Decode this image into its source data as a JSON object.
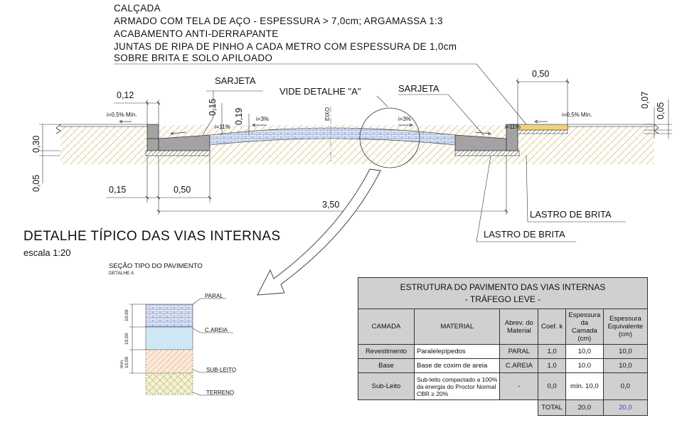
{
  "notes": [
    "CALÇADA",
    "ARMADO COM TELA DE AÇO - ESPESSURA > 7,0cm; ARGAMASSA 1:3",
    "ACABAMENTO ANTI-DERRAPANTE",
    "JUNTAS DE RIPA DE PINHO A CADA METRO COM ESPESSURA DE 1,0cm",
    "SOBRE BRITA E SOLO APILOADO"
  ],
  "section": {
    "sarjeta_left": "SARJETA",
    "sarjeta_right": "SARJETA",
    "vide_detalhe": "VIDE DETALHE \"A\"",
    "eixo": "EIXO",
    "lastro_1": "LASTRO DE BRITA",
    "lastro_2": "LASTRO DE BRITA",
    "slope_left_walk": "i=0,5% Mín.",
    "slope_right_walk": "i=0,5% Mín.",
    "slope_left_gutter": "i=11%",
    "slope_right_gutter": "i=11%",
    "slope_road_left": "i=3%",
    "slope_road_right": "i=3%"
  },
  "dimensions": {
    "d012": "0,12",
    "d015_v": "0,15",
    "d019": "0,19",
    "d050_top": "0,50",
    "d007": "0,07",
    "d005_right": "0,05",
    "d030": "0,30",
    "d005_left": "0,05",
    "d015_h": "0,15",
    "d050_h": "0,50",
    "d350": "3,50"
  },
  "detail": {
    "title": "DETALHE TÍPICO DAS VIAS INTERNAS",
    "scale": "escala 1:20",
    "box_title": "SEÇÃO TIPO DO PAVIMENTO",
    "box_subtitle": "DETALHE A",
    "layers": [
      "PARAL",
      "C.AREIA",
      "SUB-LEITO",
      "TERRENO"
    ],
    "dim_1": "10,00",
    "dim_2": "10,00",
    "dim_3_min": "mín.",
    "dim_3": "10,00"
  },
  "table": {
    "title_line1": "ESTRUTURA DO PAVIMENTO DAS VIAS INTERNAS",
    "title_line2": "- TRÁFEGO LEVE -",
    "headers": [
      "CAMADA",
      "MATERIAL",
      "Abrev. do Material",
      "Coef. k",
      "Espessura da Camada (cm)",
      "Espessura Equivalente (cm)"
    ],
    "rows": [
      {
        "camada": "Revestimento",
        "material": "Paralelepípedos",
        "abrev": "PARAL",
        "coef": "1,0",
        "esp": "10,0",
        "equiv": "10,0"
      },
      {
        "camada": "Base",
        "material": "Base de coxim de areia",
        "abrev": "C.AREIA",
        "coef": "1,0",
        "esp": "10,0",
        "equiv": "10,0"
      },
      {
        "camada": "Sub-Leito",
        "material": "Sub-leito compactado a 100% da energia do Proctor Normal CBR ≥ 20%",
        "abrev": "-",
        "coef": "0,0",
        "esp": "mín. 10,0",
        "equiv": "0,0"
      }
    ],
    "total_label": "TOTAL",
    "total_esp": "20,0",
    "total_equiv": "20,0"
  },
  "colors": {
    "soil_hatch": "#d8c28a",
    "paving": "#c9d6ee",
    "concrete": "#a0a0a0",
    "sand": "#cfe6f5",
    "sub_leito": "#f0c8a8",
    "terreno": "#d9d9a0",
    "walk_fill": "#f2d27a",
    "table_header": "#d0d0d0",
    "total_equiv": "#1d4fd8"
  }
}
